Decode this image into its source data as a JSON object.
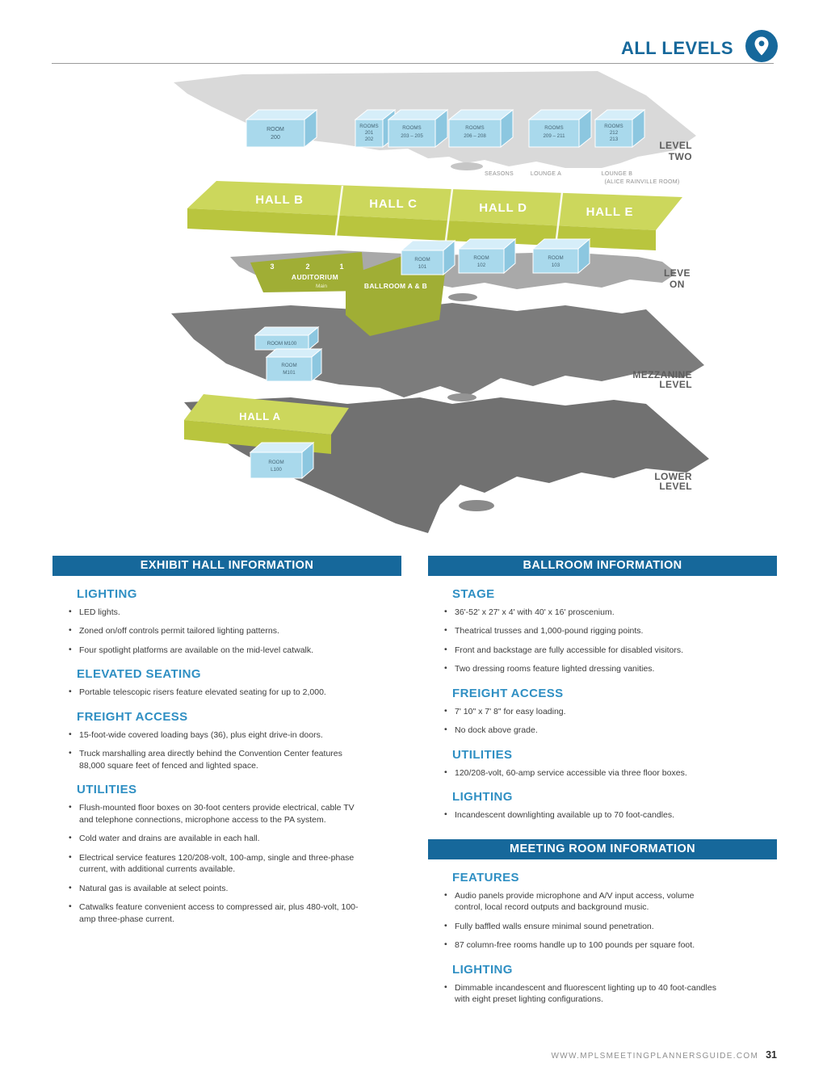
{
  "header": {
    "title": "ALL LEVELS",
    "icon": "location-pin"
  },
  "colors": {
    "accent_blue": "#16689b",
    "heading_blue": "#2f8fc3",
    "hall_green": "#ccd75c",
    "dark_green": "#a0ae35",
    "room_blue": "#a9d9ec",
    "slab_light_gray": "#d9d9d9",
    "slab_dark_gray": "#7c7c7c"
  },
  "diagram": {
    "level_two": {
      "label_lines": [
        "LEVEL",
        "TWO"
      ],
      "room_200": [
        "ROOM",
        "200"
      ],
      "rooms_201": [
        "ROOMS",
        "201",
        "202"
      ],
      "rooms_203": [
        "ROOMS",
        "203 – 205"
      ],
      "rooms_206": [
        "ROOMS",
        "206 – 208"
      ],
      "rooms_209": [
        "ROOMS",
        "209 – 211"
      ],
      "rooms_212": [
        "ROOMS",
        "212",
        "213"
      ],
      "seasons": "SEASONS",
      "lounge_a": "LOUNGE A",
      "lounge_b": "LOUNGE B",
      "lounge_b_sub": "(ALICE RAINVILLE ROOM)"
    },
    "level_one": {
      "label_lines": [
        "LEVE",
        "ON"
      ],
      "halls": [
        "HALL B",
        "HALL C",
        "HALL D",
        "HALL E"
      ],
      "auditorium_numbers": [
        "3",
        "2",
        "1"
      ],
      "auditorium": "AUDITORIUM",
      "auditorium_sub": "Main",
      "ballroom": "BALLROOM A & B",
      "room_101": [
        "ROOM",
        "101"
      ],
      "room_102": [
        "ROOM",
        "102"
      ],
      "room_103": [
        "ROOM",
        "103"
      ]
    },
    "mezzanine": {
      "label_lines": [
        "MEZZANINE",
        "LEVEL"
      ],
      "room_m100": "ROOM M100",
      "room_m101": [
        "ROOM",
        "M101"
      ]
    },
    "lower": {
      "label_lines": [
        "LOWER",
        "LEVEL"
      ],
      "hall": "HALL A",
      "room_l100": [
        "ROOM",
        "L100"
      ]
    }
  },
  "sections": {
    "exhibit": {
      "title": "EXHIBIT HALL INFORMATION",
      "groups": [
        {
          "heading": "LIGHTING",
          "bullets": [
            "LED lights.",
            "Zoned on/off controls permit tailored lighting patterns.",
            "Four spotlight platforms are available on the mid-level catwalk."
          ]
        },
        {
          "heading": "ELEVATED SEATING",
          "bullets": [
            "Portable telescopic risers feature elevated seating for up to 2,000."
          ]
        },
        {
          "heading": "FREIGHT ACCESS",
          "bullets": [
            "15-foot-wide covered loading bays (36), plus eight drive-in doors.",
            "Truck marshalling area directly behind the Convention Center features 88,000 square feet of fenced and lighted space."
          ]
        },
        {
          "heading": "UTILITIES",
          "bullets": [
            "Flush-mounted floor boxes on 30-foot centers provide electrical, cable TV and telephone connections, microphone access to the PA system.",
            "Cold water and drains are available in each hall.",
            "Electrical service features 120/208-volt, 100-amp, single and three-phase current, with additional currents available.",
            "Natural gas is available at select points.",
            "Catwalks feature convenient access to compressed air, plus 480-volt, 100-amp three-phase current."
          ]
        }
      ]
    },
    "ballroom": {
      "title": "BALLROOM INFORMATION",
      "groups": [
        {
          "heading": "STAGE",
          "bullets": [
            "36'-52' x 27' x 4' with 40' x 16' proscenium.",
            "Theatrical trusses and 1,000-pound rigging points.",
            "Front and backstage are fully accessible for disabled visitors.",
            "Two dressing rooms feature lighted dressing vanities."
          ]
        },
        {
          "heading": "FREIGHT ACCESS",
          "bullets": [
            "7' 10\" x 7' 8\" for easy loading.",
            "No dock above grade."
          ]
        },
        {
          "heading": "UTILITIES",
          "bullets": [
            "120/208-volt, 60-amp service accessible via three floor boxes."
          ]
        },
        {
          "heading": "LIGHTING",
          "bullets": [
            "Incandescent downlighting available up to 70 foot-candles."
          ]
        }
      ]
    },
    "meeting": {
      "title": "MEETING ROOM INFORMATION",
      "groups": [
        {
          "heading": "FEATURES",
          "bullets": [
            "Audio panels provide microphone and A/V input access, volume control, local record outputs and background music.",
            "Fully baffled walls ensure minimal sound penetration.",
            "87 column-free rooms handle up to 100 pounds per square foot."
          ]
        },
        {
          "heading": "LIGHTING",
          "bullets": [
            "Dimmable incandescent and fluorescent lighting up to 40 foot-candles with eight preset lighting configurations."
          ]
        }
      ]
    }
  },
  "footer": {
    "url": "WWW.MPLSMEETINGPLANNERSGUIDE.COM",
    "page_number": "31"
  }
}
